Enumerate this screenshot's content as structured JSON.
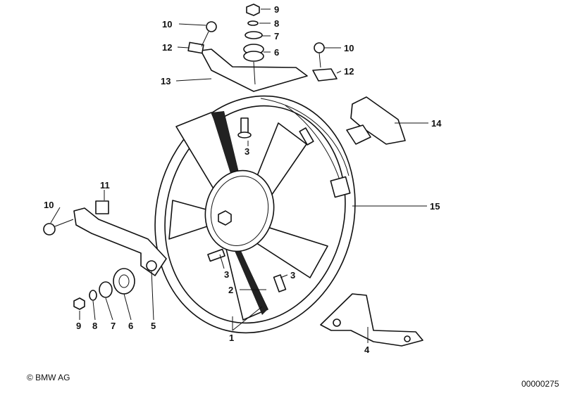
{
  "diagram": {
    "copyright": "© BMW AG",
    "drawing_number": "00000275",
    "callouts": [
      {
        "id": "c-9-top",
        "label": "9"
      },
      {
        "id": "c-8-top",
        "label": "8"
      },
      {
        "id": "c-7-top",
        "label": "7"
      },
      {
        "id": "c-6-top",
        "label": "6"
      },
      {
        "id": "c-10-topleft",
        "label": "10"
      },
      {
        "id": "c-12-topleft",
        "label": "12"
      },
      {
        "id": "c-13",
        "label": "13"
      },
      {
        "id": "c-10-topright",
        "label": "10"
      },
      {
        "id": "c-12-topright",
        "label": "12"
      },
      {
        "id": "c-14",
        "label": "14"
      },
      {
        "id": "c-3-top",
        "label": "3"
      },
      {
        "id": "c-15",
        "label": "15"
      },
      {
        "id": "c-11",
        "label": "11"
      },
      {
        "id": "c-10-left",
        "label": "10"
      },
      {
        "id": "c-3-mid",
        "label": "3"
      },
      {
        "id": "c-3-right",
        "label": "3"
      },
      {
        "id": "c-2",
        "label": "2"
      },
      {
        "id": "c-9-bottom",
        "label": "9"
      },
      {
        "id": "c-8-bottom",
        "label": "8"
      },
      {
        "id": "c-7-bottom",
        "label": "7"
      },
      {
        "id": "c-6-bottom",
        "label": "6"
      },
      {
        "id": "c-5",
        "label": "5"
      },
      {
        "id": "c-1",
        "label": "1"
      },
      {
        "id": "c-4",
        "label": "4"
      }
    ]
  }
}
